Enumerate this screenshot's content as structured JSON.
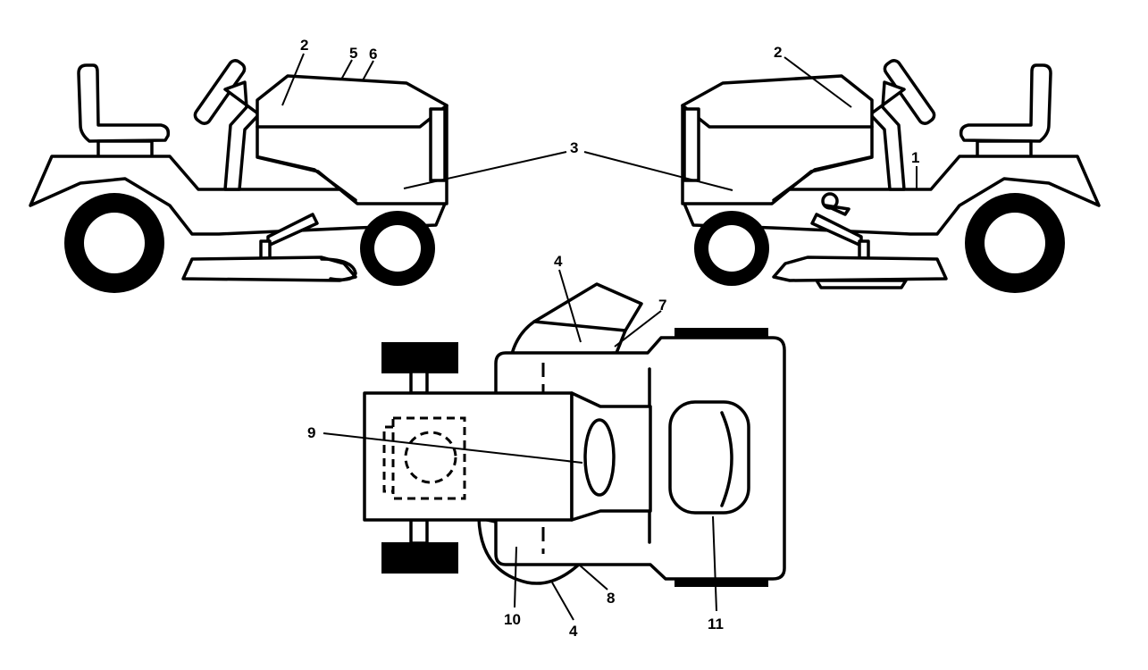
{
  "callouts": {
    "c1": "1",
    "c2_left": "2",
    "c2_right": "2",
    "c3": "3",
    "c4_top": "4",
    "c4_bottom": "4",
    "c5": "5",
    "c6": "6",
    "c7": "7",
    "c8": "8",
    "c9": "9",
    "c10": "10",
    "c11": "11"
  }
}
